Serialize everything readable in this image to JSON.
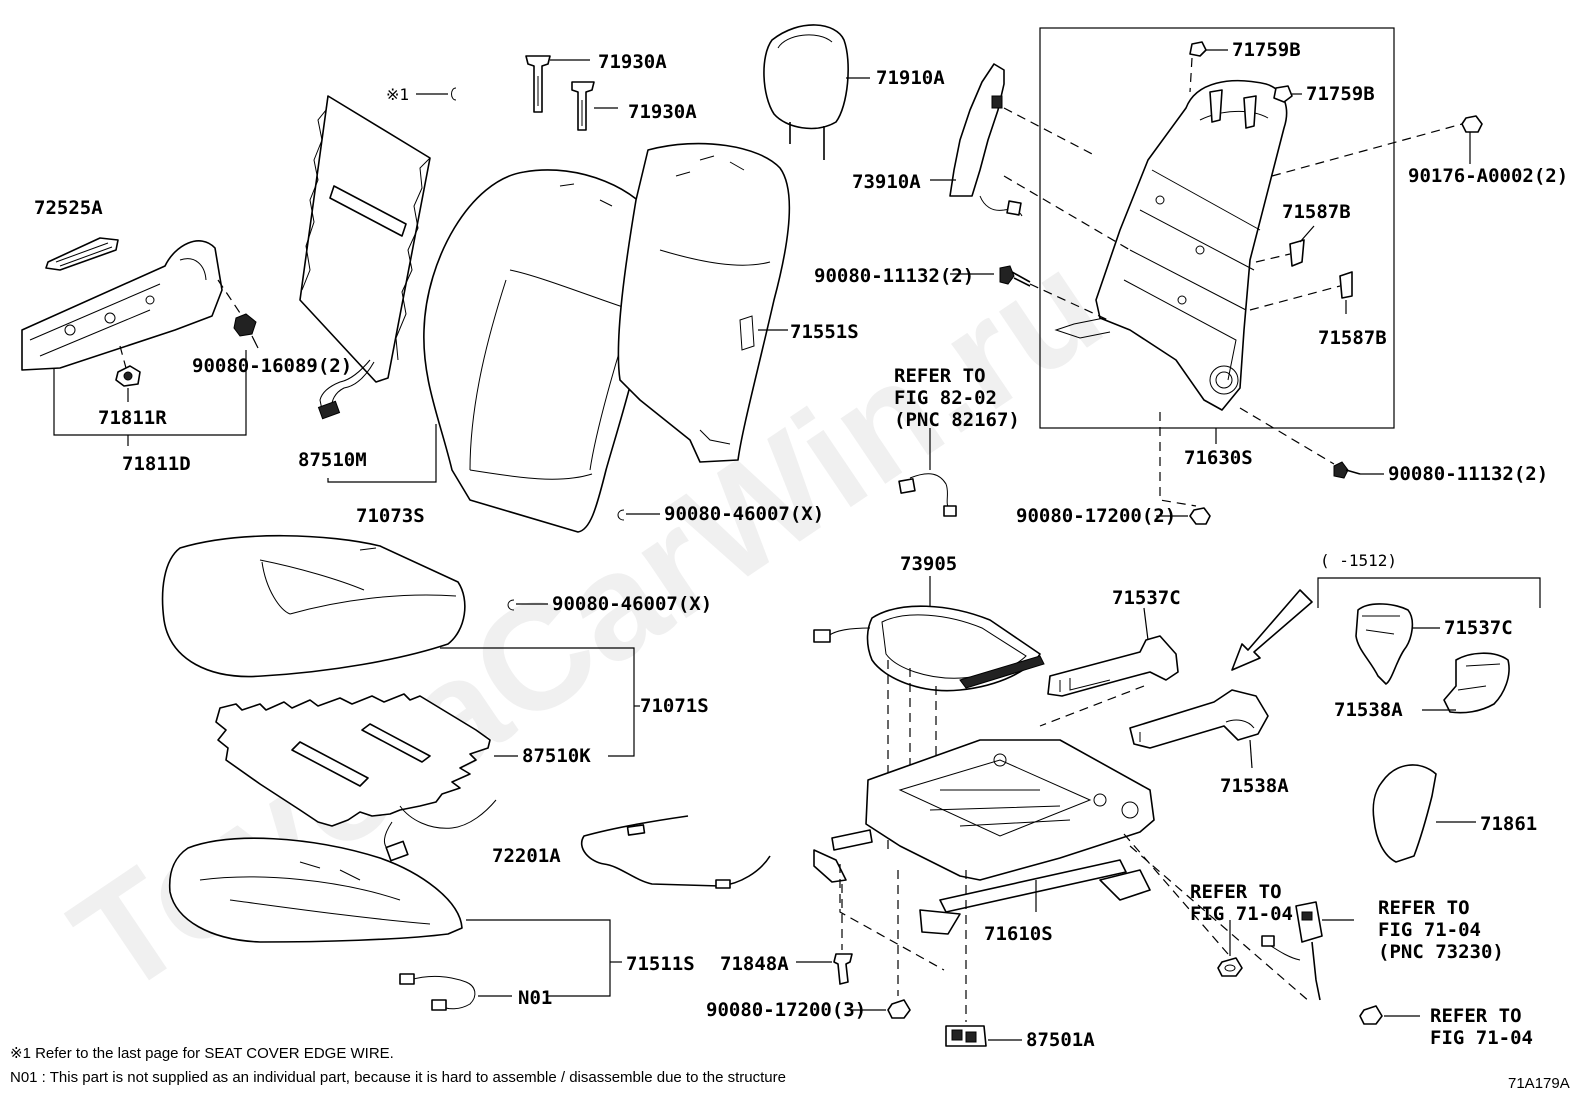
{
  "watermark": "ToyotaCarWin.ru",
  "diagram_code": "71A179A",
  "notes": {
    "note1": "※1  Refer to the last page for SEAT COVER EDGE WIRE.",
    "note2": "N01 : This part is not supplied as an individual part, because it is hard to assemble / disassemble due to the structure"
  },
  "labels": {
    "p72525A": "72525A",
    "p90080_16089": "90080-16089(2)",
    "p71811R": "71811R",
    "p71811D": "71811D",
    "ref1": "※1",
    "p87510M": "87510M",
    "p71073S": "71073S",
    "p71930A_1": "71930A",
    "p71930A_2": "71930A",
    "p71910A": "71910A",
    "p73910A": "73910A",
    "p71551S": "71551S",
    "p90080_11132_a": "90080-11132(2)",
    "p90080_46007_a": "90080-46007(X)",
    "p90080_46007_b": "90080-46007(X)",
    "p71759B_1": "71759B",
    "p71759B_2": "71759B",
    "p90176": "90176-A0002(2)",
    "p71587B_1": "71587B",
    "p71587B_2": "71587B",
    "p71630S": "71630S",
    "p90080_11132_b": "90080-11132(2)",
    "p90080_17200_2": "90080-17200(2)",
    "p71071S": "71071S",
    "p87510K": "87510K",
    "p73905": "73905",
    "p71537C_1": "71537C",
    "p71537C_2": "71537C",
    "p71538A_1": "71538A",
    "p71538A_2": "71538A",
    "range": "(    -1512)",
    "p72201A": "72201A",
    "p71861": "71861",
    "p71610S": "71610S",
    "p71511S": "71511S",
    "pN01": "N01",
    "p71848A": "71848A",
    "p90080_17200_3": "90080-17200(3)",
    "p87501A": "87501A"
  },
  "refs": {
    "r82_1": "REFER TO",
    "r82_2": "FIG 82-02",
    "r82_3": "(PNC 82167)",
    "r7104a_1": "REFER TO",
    "r7104a_2": "FIG 71-04",
    "r7104b_1": "REFER TO",
    "r7104b_2": "FIG 71-04",
    "r7104b_3": "(PNC 73230)",
    "r7104c_1": "REFER TO",
    "r7104c_2": "FIG 71-04"
  }
}
